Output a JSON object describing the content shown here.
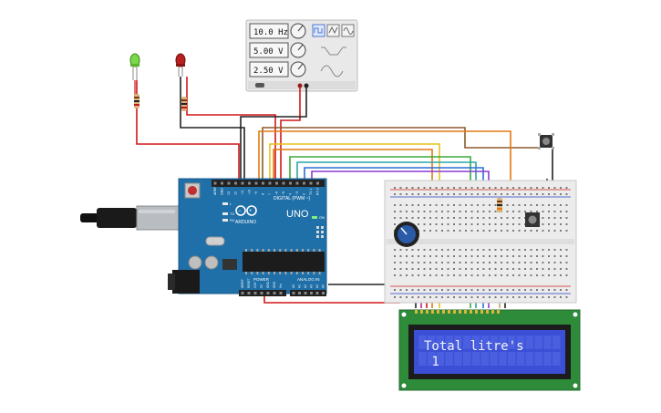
{
  "function_generator": {
    "frequency": "10.0 Hz",
    "amplitude": "5.00 V",
    "offset": "2.50 V"
  },
  "arduino": {
    "brand": "ARDUINO",
    "model": "UNO",
    "digital_label": "DIGITAL (PWM ~)",
    "power_label": "POWER",
    "analog_label": "ANALOG IN",
    "on_label": "ON",
    "tx_label": "TX",
    "rx_label": "RX",
    "l_label": "L",
    "digital_pins": [
      "AREF",
      "GND",
      "13",
      "12",
      "~11",
      "~10",
      "~9",
      "8",
      "7",
      "~6",
      "~5",
      "4",
      "~3",
      "2",
      "TX 1",
      "RX 0"
    ],
    "power_pins": [
      "IOREF",
      "RESET",
      "3.3V",
      "5V",
      "GND",
      "GND",
      "Vin"
    ],
    "analog_pins": [
      "A0",
      "A1",
      "A2",
      "A3",
      "A4",
      "A5"
    ]
  },
  "lcd": {
    "line1": "Total litre's",
    "line2": " 1"
  },
  "colors": {
    "board": "#1f6fa8",
    "lcd_bg": "#3a4fd6",
    "lcd_pcb": "#2e8b3a",
    "wire_red": "#d01818",
    "wire_black": "#222222",
    "wire_orange": "#e07a10",
    "wire_yellow": "#e6c21a",
    "wire_green": "#3aa83a",
    "wire_teal": "#2aa6a6",
    "wire_blue": "#2a6fd6",
    "wire_purple": "#8a3ad6",
    "wire_brown": "#8b5a2b",
    "wire_magenta": "#c0208a"
  }
}
